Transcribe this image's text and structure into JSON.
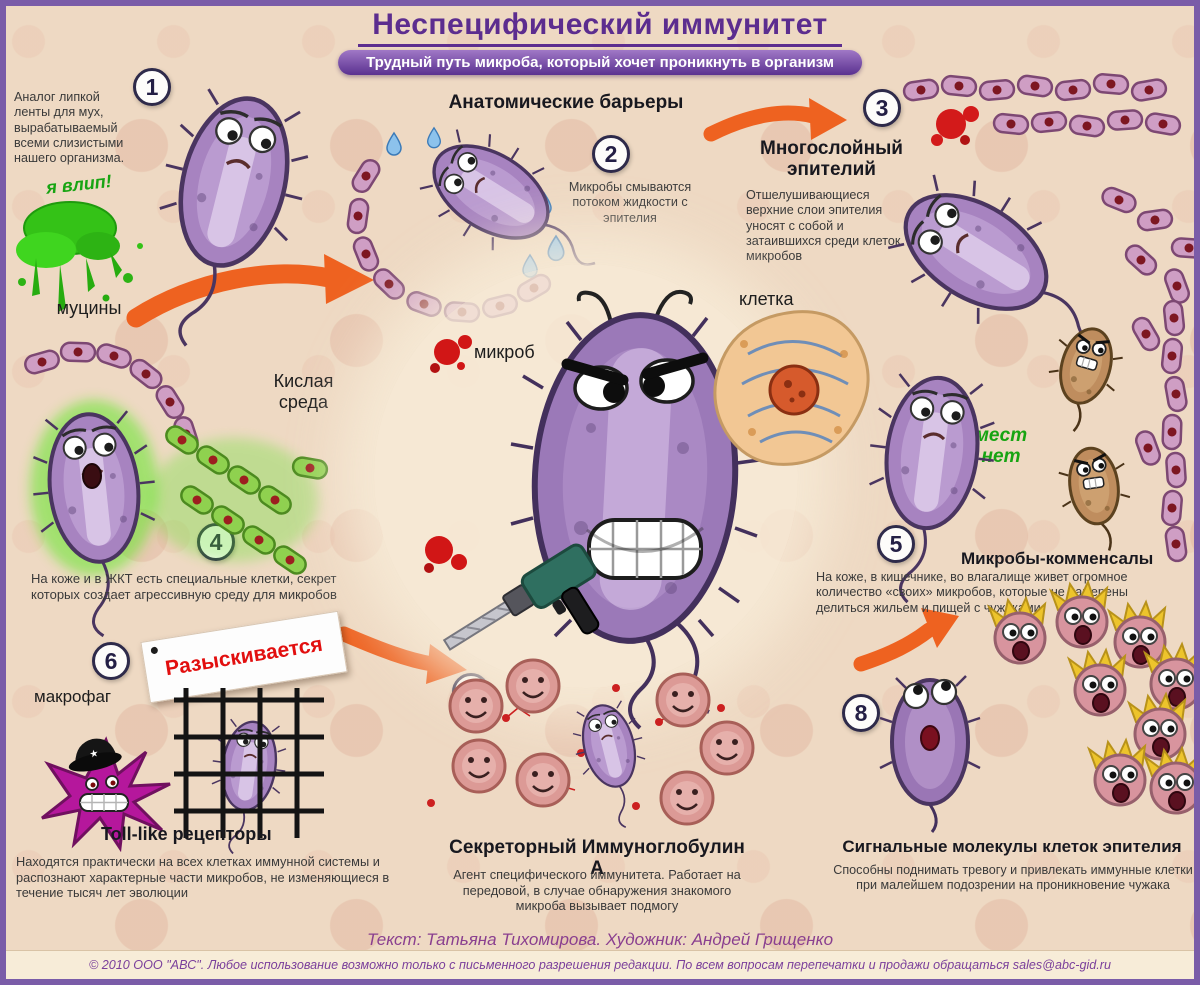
{
  "header": {
    "title": "Неспецифический иммунитет",
    "subtitle": "Трудный путь микроба, который хочет проникнуть в организм"
  },
  "colors": {
    "frame": "#7a5ca8",
    "title_purple": "#5c2d8f",
    "arrow_orange": "#ee6220",
    "accent_green": "#17a412",
    "wanted_red": "#e20f0f",
    "background": "#eed9c3"
  },
  "center": {
    "microbe_label": "микроб",
    "cell_label": "клетка"
  },
  "steps": [
    {
      "number": "1",
      "text": "Аналог липкой ленты для мух, вырабатываемый всеми слизистыми нашего организма.",
      "exclaim": "я влип!",
      "label": "муцины"
    },
    {
      "number": "2",
      "heading": "Анатомические барьеры",
      "text": "Микробы смываются потоком жидкости с эпителия"
    },
    {
      "number": "3",
      "heading": "Многослойный эпителий",
      "text": "Отшелушивающиеся верхние слои эпителия уносят с собой и затаившихся среди клеток микробов"
    },
    {
      "number": "4",
      "heading": "Кислая среда",
      "text": "На коже и в ЖКТ есть специальные клетки, секрет которых создает агрессивную среду для микробов"
    },
    {
      "number": "5",
      "heading": "Микробы-комменсалы",
      "exclaim": "мест нет",
      "text": "На коже, в кишечнике, во влагалище живет огромное количество «своих» микробов, которые не намерены делиться жильем и пищей с чужаками"
    },
    {
      "number": "6",
      "label": "макрофаг",
      "banner": "Разыскивается",
      "heading": "Toll-like рецепторы",
      "text": "Находятся практически на всех клетках иммунной системы и распознают характерные части микробов, не изменяющиеся в течение тысяч лет эволюции"
    },
    {
      "number": "7",
      "heading": "Секреторный Иммуноглобулин А",
      "text": "Агент специфического иммунитета. Работает на передовой, в случае обнаружения знакомого микроба вызывает подмогу"
    },
    {
      "number": "8",
      "heading": "Сигнальные молекулы клеток эпителия",
      "text": "Способны поднимать тревогу и привлекать иммунные клетки при малейшем подозрении на проникновение чужака"
    }
  ],
  "footer": {
    "credits": "Текст: Татьяна Тихомирова. Художник: Андрей Грищенко",
    "copyright": "© 2010 ООО \"АВС\". Любое использование возможно только с письменного разрешения редакции. По всем вопросам перепечатки и продажи обращаться sales@abc-gid.ru"
  }
}
